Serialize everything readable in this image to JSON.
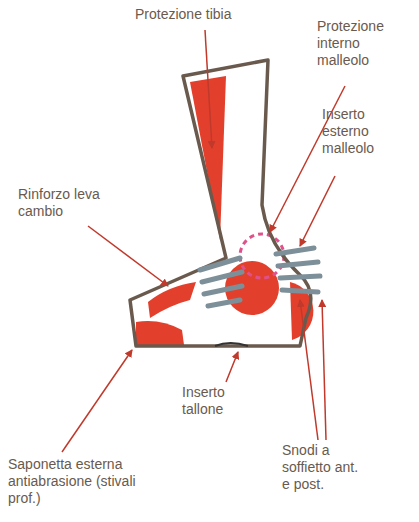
{
  "diagram": {
    "labels": [
      "Protezione tibia",
      "Protezione interno malleolo",
      "Inserto esterno malleolo",
      "Rinforzo leva cambio",
      "Inserto tallone",
      "Snodi a soffietto ant. e post.",
      "Saponetta esterna antiabrasione (stivali prof.)"
    ]
  }
}
